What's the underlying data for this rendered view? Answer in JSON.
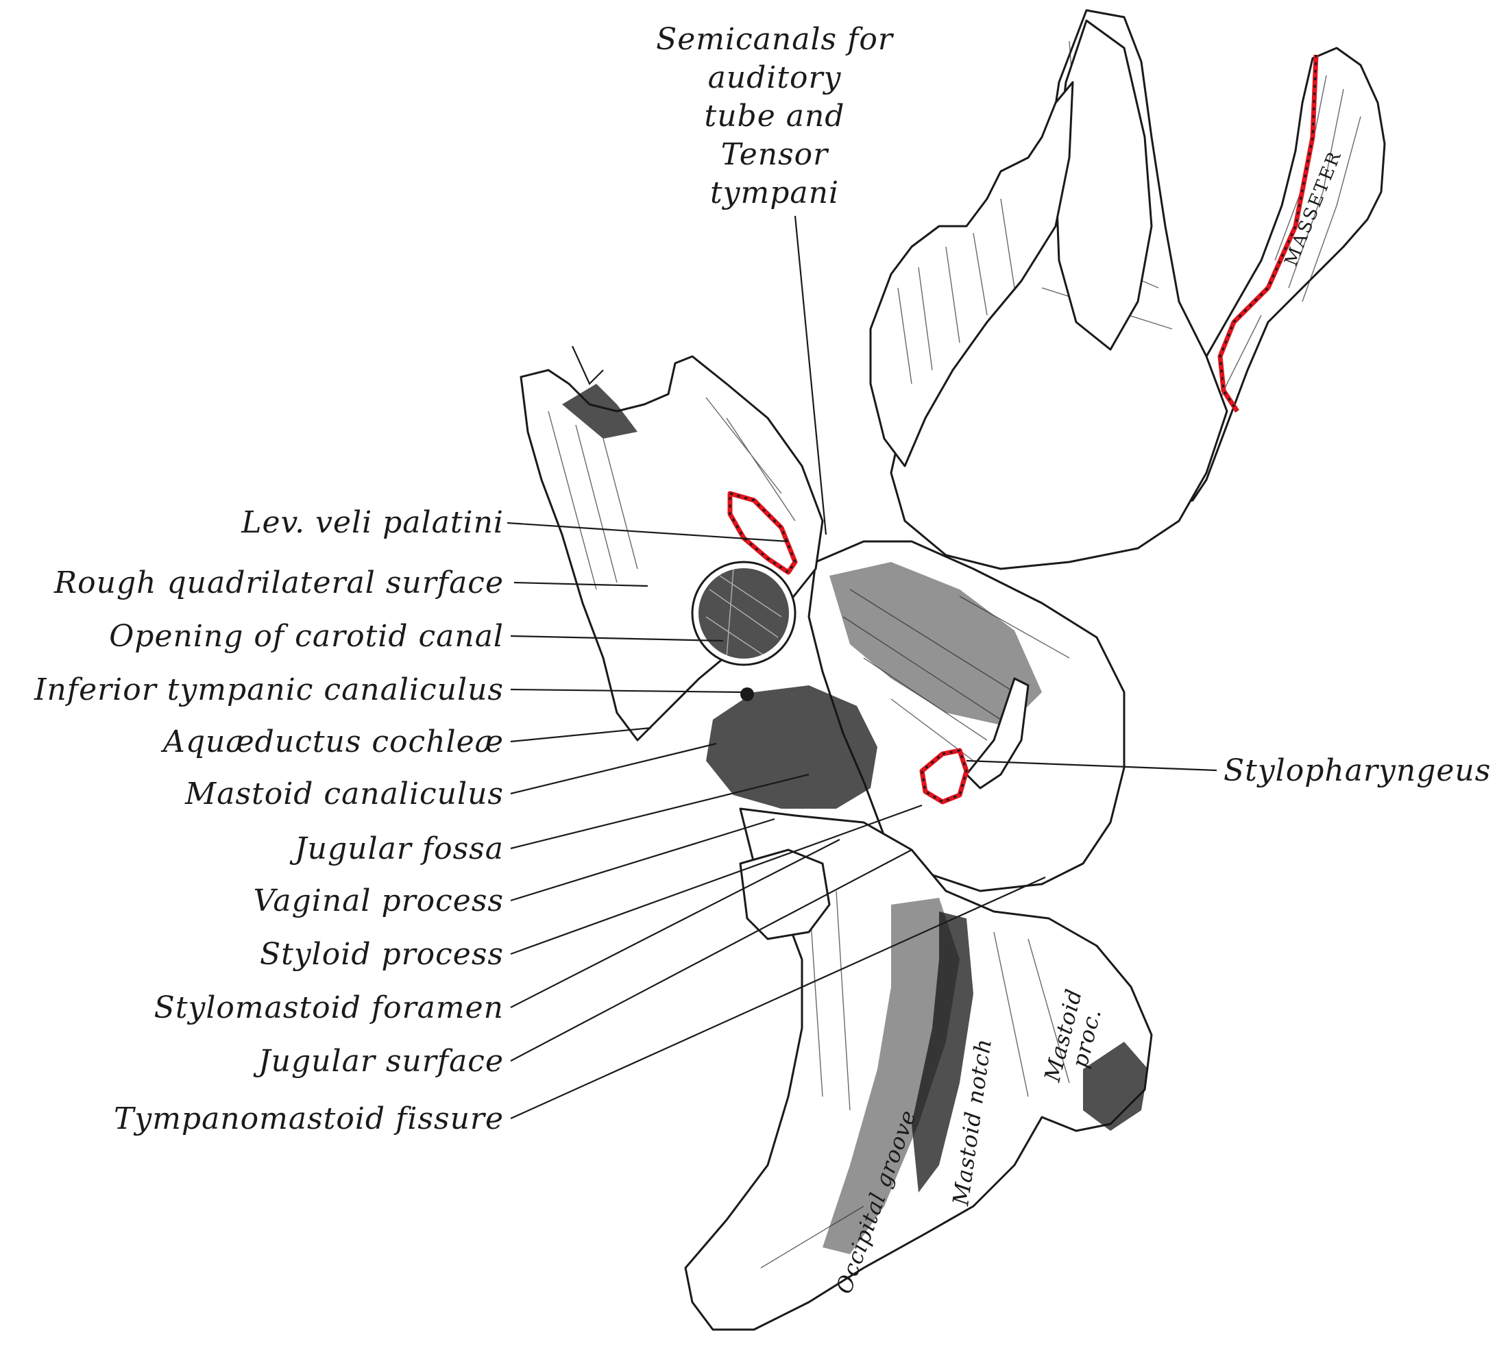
{
  "labels": {
    "semicanals": [
      "Semicanals for",
      "auditory",
      "tube and",
      "Tensor",
      "tympani"
    ],
    "lev_veli": "Lev. veli palatini",
    "rough_surface": "Rough quadrilateral surface",
    "carotid": "Opening of carotid canal",
    "inferior_tympanic": "Inferior tympanic canaliculus",
    "aquaeductus": "Aquæductus cochleæ",
    "mastoid_canaliculus": "Mastoid canaliculus",
    "jugular_fossa": "Jugular fossa",
    "vaginal": "Vaginal process",
    "styloid": "Styloid process",
    "stylomastoid": "Stylomastoid foramen",
    "jugular_surface": "Jugular surface",
    "tympanomastoid": "Tympanomastoid fissure",
    "stylopharyngeus": "Stylopharyngeus",
    "masseter": "MASSETER",
    "mastoid_proc": [
      "Mastoid",
      "proc."
    ],
    "mastoid_notch": "Mastoid notch",
    "occipital_groove": "Occipital groove"
  },
  "colors": {
    "ink": "#1a1a1a",
    "muscle_attachment": "#e0141e",
    "paper": "#ffffff"
  }
}
